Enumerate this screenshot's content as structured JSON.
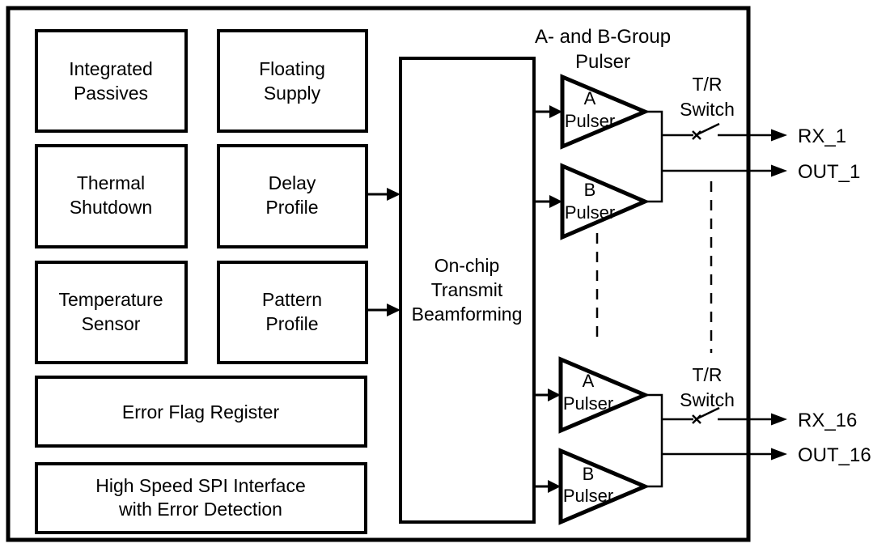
{
  "colors": {
    "ink": "#000000",
    "paper": "#ffffff"
  },
  "blocks": {
    "integrated_passives": {
      "lines": [
        "Integrated",
        "Passives"
      ]
    },
    "floating_supply": {
      "lines": [
        "Floating",
        "Supply"
      ]
    },
    "thermal_shutdown": {
      "lines": [
        "Thermal",
        "Shutdown"
      ]
    },
    "delay_profile": {
      "lines": [
        "Delay",
        "Profile"
      ]
    },
    "temperature_sensor": {
      "lines": [
        "Temperature",
        "Sensor"
      ]
    },
    "pattern_profile": {
      "lines": [
        "Pattern",
        "Profile"
      ]
    },
    "error_flag_register": {
      "lines": [
        "Error Flag Register"
      ]
    },
    "spi_interface": {
      "lines": [
        "High Speed SPI Interface",
        "with Error Detection"
      ]
    },
    "beamforming": {
      "lines": [
        "On-chip",
        "Transmit",
        "Beamforming"
      ]
    }
  },
  "pulser_group": {
    "heading": {
      "lines": [
        "A- and B-Group",
        "Pulser"
      ]
    },
    "top": {
      "a": {
        "lines": [
          "A",
          "Pulser"
        ]
      },
      "b": {
        "lines": [
          "B",
          "Pulser"
        ]
      }
    },
    "bottom": {
      "a": {
        "lines": [
          "A",
          "Pulser"
        ]
      },
      "b": {
        "lines": [
          "B",
          "Pulser"
        ]
      }
    }
  },
  "tr_switch": {
    "top": {
      "lines": [
        "T/R",
        "Switch"
      ]
    },
    "bottom": {
      "lines": [
        "T/R",
        "Switch"
      ]
    }
  },
  "ports": {
    "rx_1": "RX_1",
    "out_1": "OUT_1",
    "rx_16": "RX_16",
    "out_16": "OUT_16"
  }
}
